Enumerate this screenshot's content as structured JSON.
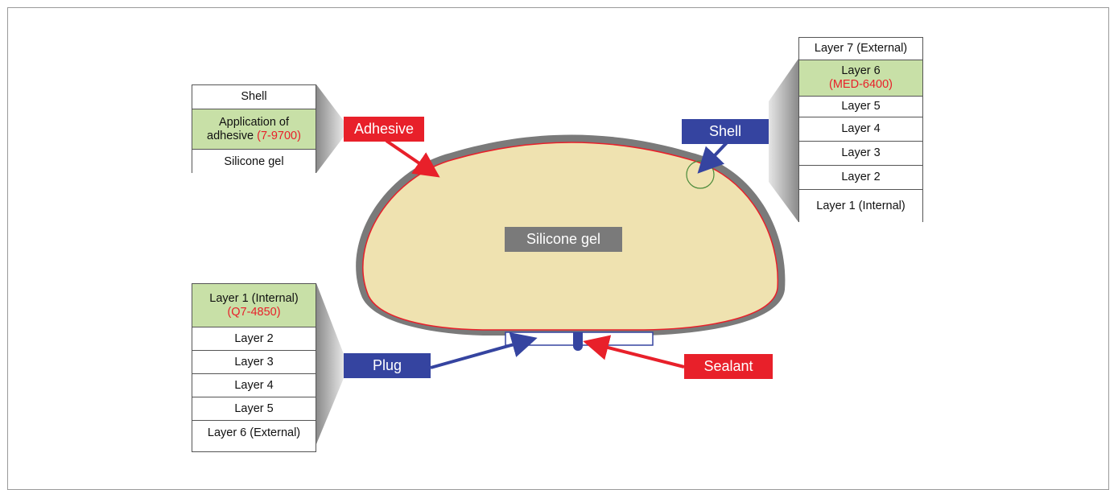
{
  "colors": {
    "gel_fill": "#efe2b0",
    "shell_stroke": "#7a7a7a",
    "adhesive_line": "#e8202a",
    "red_tag": "#e8202a",
    "blue_tag": "#3544a0",
    "highlight_row": "#c8e0a7",
    "detail_circle": "#4a8a3a"
  },
  "center_label": "Silicone gel",
  "labels": {
    "adhesive": "Adhesive",
    "shell": "Shell",
    "plug": "Plug",
    "sealant": "Sealant"
  },
  "adhesive_table": {
    "rows": [
      {
        "text": "Shell",
        "highlight": false
      },
      {
        "text": "Application of",
        "text2": "adhesive ",
        "code": "(7-9700)",
        "highlight": true
      },
      {
        "text": "Silicone gel",
        "highlight": false
      }
    ]
  },
  "shell_table": {
    "rows": [
      {
        "text": "Layer 7 (External)",
        "highlight": false
      },
      {
        "text": "Layer 6",
        "code": "(MED-6400)",
        "highlight": true
      },
      {
        "text": "Layer 5",
        "highlight": false
      },
      {
        "text": "Layer 4",
        "highlight": false
      },
      {
        "text": "Layer 3",
        "highlight": false
      },
      {
        "text": "Layer 2",
        "highlight": false
      },
      {
        "text": "Layer 1 (Internal)",
        "highlight": false
      }
    ]
  },
  "plug_table": {
    "rows": [
      {
        "text": "Layer 1 (Internal)",
        "code": "(Q7-4850)",
        "highlight": true
      },
      {
        "text": "Layer 2",
        "highlight": false
      },
      {
        "text": "Layer 3",
        "highlight": false
      },
      {
        "text": "Layer 4",
        "highlight": false
      },
      {
        "text": "Layer 5",
        "highlight": false
      },
      {
        "text": "Layer 6 (External)",
        "highlight": false
      }
    ]
  }
}
